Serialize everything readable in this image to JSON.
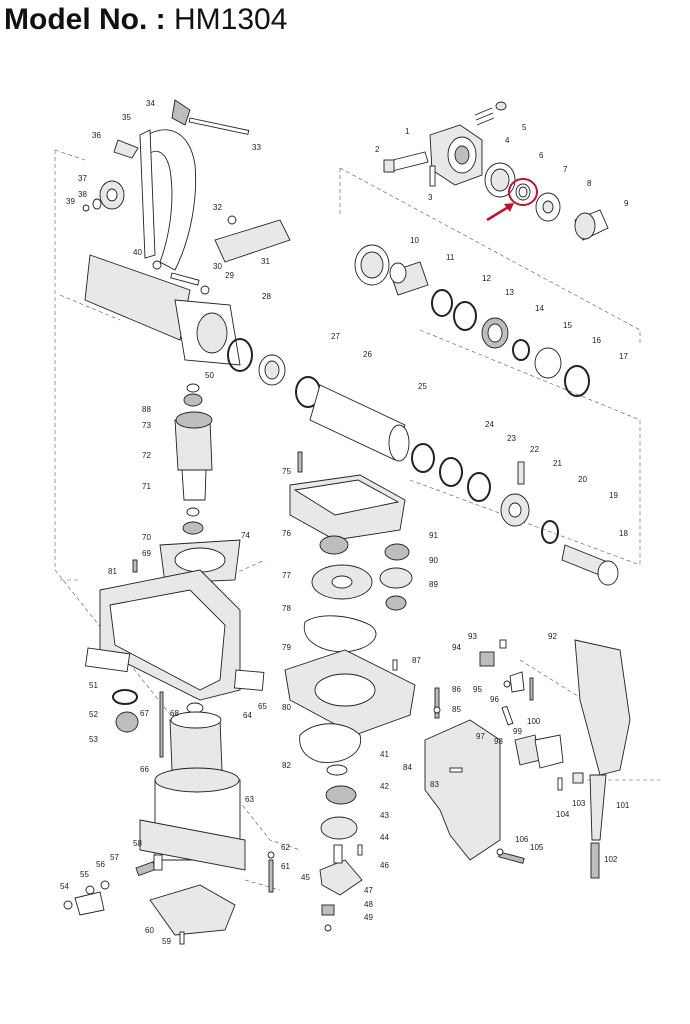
{
  "header": {
    "model_label": "Model No.",
    "separator": ":",
    "model_value": "HM1304"
  },
  "highlight": {
    "color": "#c0142a",
    "target_part": "7"
  },
  "part_numbers": [
    "1",
    "2",
    "3",
    "4",
    "5",
    "6",
    "7",
    "8",
    "9",
    "10",
    "11",
    "12",
    "13",
    "14",
    "15",
    "16",
    "17",
    "18",
    "19",
    "20",
    "21",
    "22",
    "23",
    "24",
    "25",
    "26",
    "27",
    "28",
    "29",
    "30",
    "31",
    "32",
    "33",
    "34",
    "35",
    "36",
    "37",
    "38",
    "39",
    "40",
    "41",
    "42",
    "43",
    "44",
    "45",
    "46",
    "47",
    "48",
    "49",
    "50",
    "51",
    "52",
    "53",
    "54",
    "55",
    "56",
    "57",
    "58",
    "59",
    "60",
    "61",
    "62",
    "63",
    "64",
    "65",
    "66",
    "67",
    "68",
    "69",
    "70",
    "71",
    "72",
    "73",
    "74",
    "75",
    "76",
    "77",
    "78",
    "79",
    "80",
    "81",
    "82",
    "83",
    "84",
    "85",
    "86",
    "87",
    "88",
    "89",
    "90",
    "91",
    "92",
    "93",
    "94",
    "95",
    "96",
    "97",
    "98",
    "99",
    "100",
    "101",
    "102",
    "103",
    "104",
    "105",
    "106"
  ]
}
